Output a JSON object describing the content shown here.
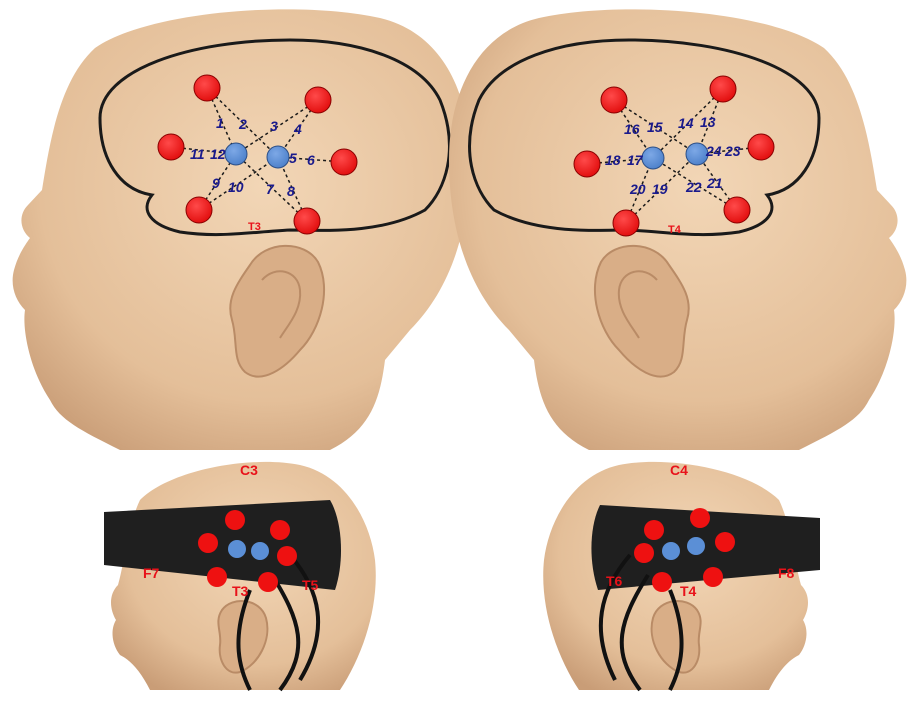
{
  "colors": {
    "skin": "#e9c7a4",
    "skin_shadow": "#c89e7a",
    "emitter_red": "#ee1111",
    "detector_blue": "#5b8fd6",
    "channel_text": "#1a1a8c",
    "label_red": "#e8121a",
    "band": "#1f1f1f",
    "outline": "#1a1a1a"
  },
  "left_head": {
    "electrode_label": "T3",
    "channels": [
      {
        "label": "1"
      },
      {
        "label": "2"
      },
      {
        "label": "3"
      },
      {
        "label": "4"
      },
      {
        "label": "5"
      },
      {
        "label": "6"
      },
      {
        "label": "7"
      },
      {
        "label": "8"
      },
      {
        "label": "9"
      },
      {
        "label": "10"
      },
      {
        "label": "11"
      },
      {
        "label": "12"
      }
    ]
  },
  "right_head": {
    "electrode_label": "T4",
    "channels": [
      {
        "label": "13"
      },
      {
        "label": "14"
      },
      {
        "label": "15"
      },
      {
        "label": "16"
      },
      {
        "label": "17"
      },
      {
        "label": "18"
      },
      {
        "label": "19"
      },
      {
        "label": "20"
      },
      {
        "label": "21"
      },
      {
        "label": "22"
      },
      {
        "label": "23"
      },
      {
        "label": "24"
      }
    ]
  },
  "left_photo": {
    "labels": {
      "c": "C3",
      "f": "F7",
      "t_mid": "T3",
      "t_back": "T5"
    }
  },
  "right_photo": {
    "labels": {
      "c": "C4",
      "f": "F8",
      "t_mid": "T4",
      "t_back": "T6"
    }
  }
}
